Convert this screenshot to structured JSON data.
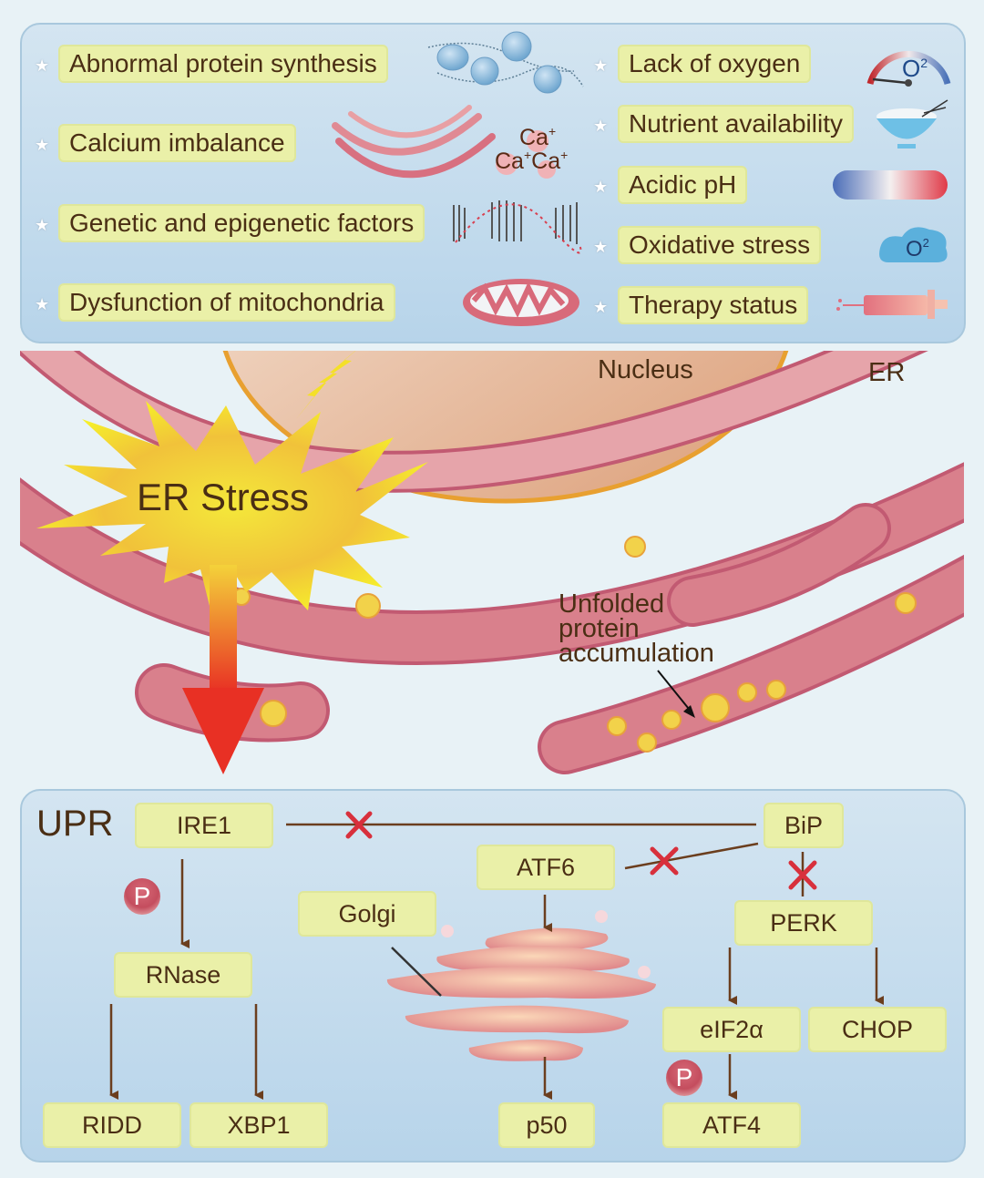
{
  "top_panel": {
    "left_factors": [
      {
        "label": "Abnormal protein synthesis",
        "icon": "ribosome-icon"
      },
      {
        "label": "Calcium imbalance",
        "icon": "er-calcium-icon"
      },
      {
        "label": "Genetic and epigenetic factors",
        "icon": "dna-icon"
      },
      {
        "label": "Dysfunction of mitochondria",
        "icon": "mitochondria-icon"
      }
    ],
    "right_factors": [
      {
        "label": "Lack of oxygen",
        "icon": "oxygen-gauge-icon"
      },
      {
        "label": "Nutrient availability",
        "icon": "rice-bowl-icon"
      },
      {
        "label": "Acidic pH",
        "icon": "ph-gradient-icon"
      },
      {
        "label": "Oxidative stress",
        "icon": "oxygen-cloud-icon"
      },
      {
        "label": "Therapy status",
        "icon": "syringe-icon"
      }
    ],
    "calcium_ions": [
      "Ca",
      "Ca",
      "Ca"
    ],
    "ion_charge": "+",
    "o2_label": "O",
    "o2_sup": "2"
  },
  "cell": {
    "nucleus_label": "Nucleus",
    "er_label": "ER",
    "er_stress_label": "ER Stress",
    "unfolded_label_lines": [
      "Unfolded",
      "protein",
      "accumulation"
    ]
  },
  "upr": {
    "title": "UPR",
    "nodes": {
      "ire1": "IRE1",
      "bip": "BiP",
      "atf6": "ATF6",
      "golgi": "Golgi",
      "perk": "PERK",
      "rnase": "RNase",
      "eif2a": "eIF2α",
      "chop": "CHOP",
      "ridd": "RIDD",
      "xbp1": "XBP1",
      "p50": "p50",
      "atf4": "ATF4"
    },
    "phospho_label": "P"
  },
  "colors": {
    "panel_bg": "#c5ddee",
    "label_bg": "#eaf0a8",
    "text": "#4a2e14",
    "er_pink": "#d9808c",
    "er_outline": "#c25a72",
    "nucleus": "#e9b48e",
    "nucleus_outline": "#e8a030",
    "inhibit_x": "#d8303c",
    "arrow": "#6b3e1e"
  }
}
